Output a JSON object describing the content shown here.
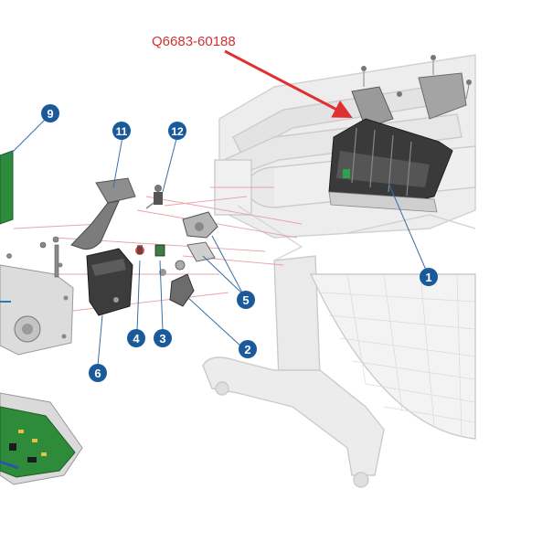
{
  "part_number": {
    "text": "Q6683-60188",
    "color": "#cc3333"
  },
  "callouts": [
    {
      "id": "1",
      "label": "1",
      "part": "carriage-assembly"
    },
    {
      "id": "2",
      "label": "2",
      "part": "sensor-module"
    },
    {
      "id": "3",
      "label": "3",
      "part": "small-switch"
    },
    {
      "id": "4",
      "label": "4",
      "part": "spring-clip"
    },
    {
      "id": "5",
      "label": "5",
      "part": "gear-bracket"
    },
    {
      "id": "6",
      "label": "6",
      "part": "motor-housing"
    },
    {
      "id": "9",
      "label": "9",
      "part": "pcb-board"
    },
    {
      "id": "11",
      "label": "11",
      "part": "arm-bracket"
    },
    {
      "id": "12",
      "label": "12",
      "part": "screw-sensor"
    }
  ],
  "colors": {
    "callout_fill": "#1a5a9a",
    "leader_line": "#3a6ea5",
    "arrow": "#e03030",
    "explode_lines": "#e89aa0",
    "ghost_frame": "#c8c8c8",
    "pcb_green": "#2e8b3a"
  }
}
